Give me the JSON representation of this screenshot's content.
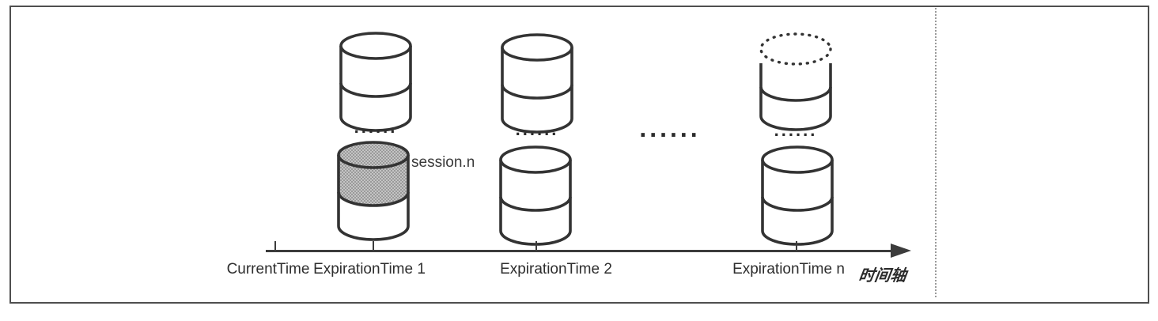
{
  "diagram": {
    "title_hint": "session expiration buckets along a timeline",
    "session_label": "session.n",
    "axis_label": "时间轴",
    "ticks": [
      {
        "label": "CurrentTime"
      },
      {
        "label": "ExpirationTime 1"
      },
      {
        "label": "ExpirationTime 2"
      },
      {
        "label": "ExpirationTime n"
      }
    ],
    "stack_ellipsis": "......",
    "group_ellipsis": "......",
    "colors": {
      "stroke": "#333333",
      "shaded_fill": "#c4c4c4",
      "shaded_dot": "#7d7d7d",
      "axis": "#3c3c3c",
      "text": "#2e2e2e",
      "frame_border": "#4f4f4f",
      "background": "#ffffff"
    }
  }
}
